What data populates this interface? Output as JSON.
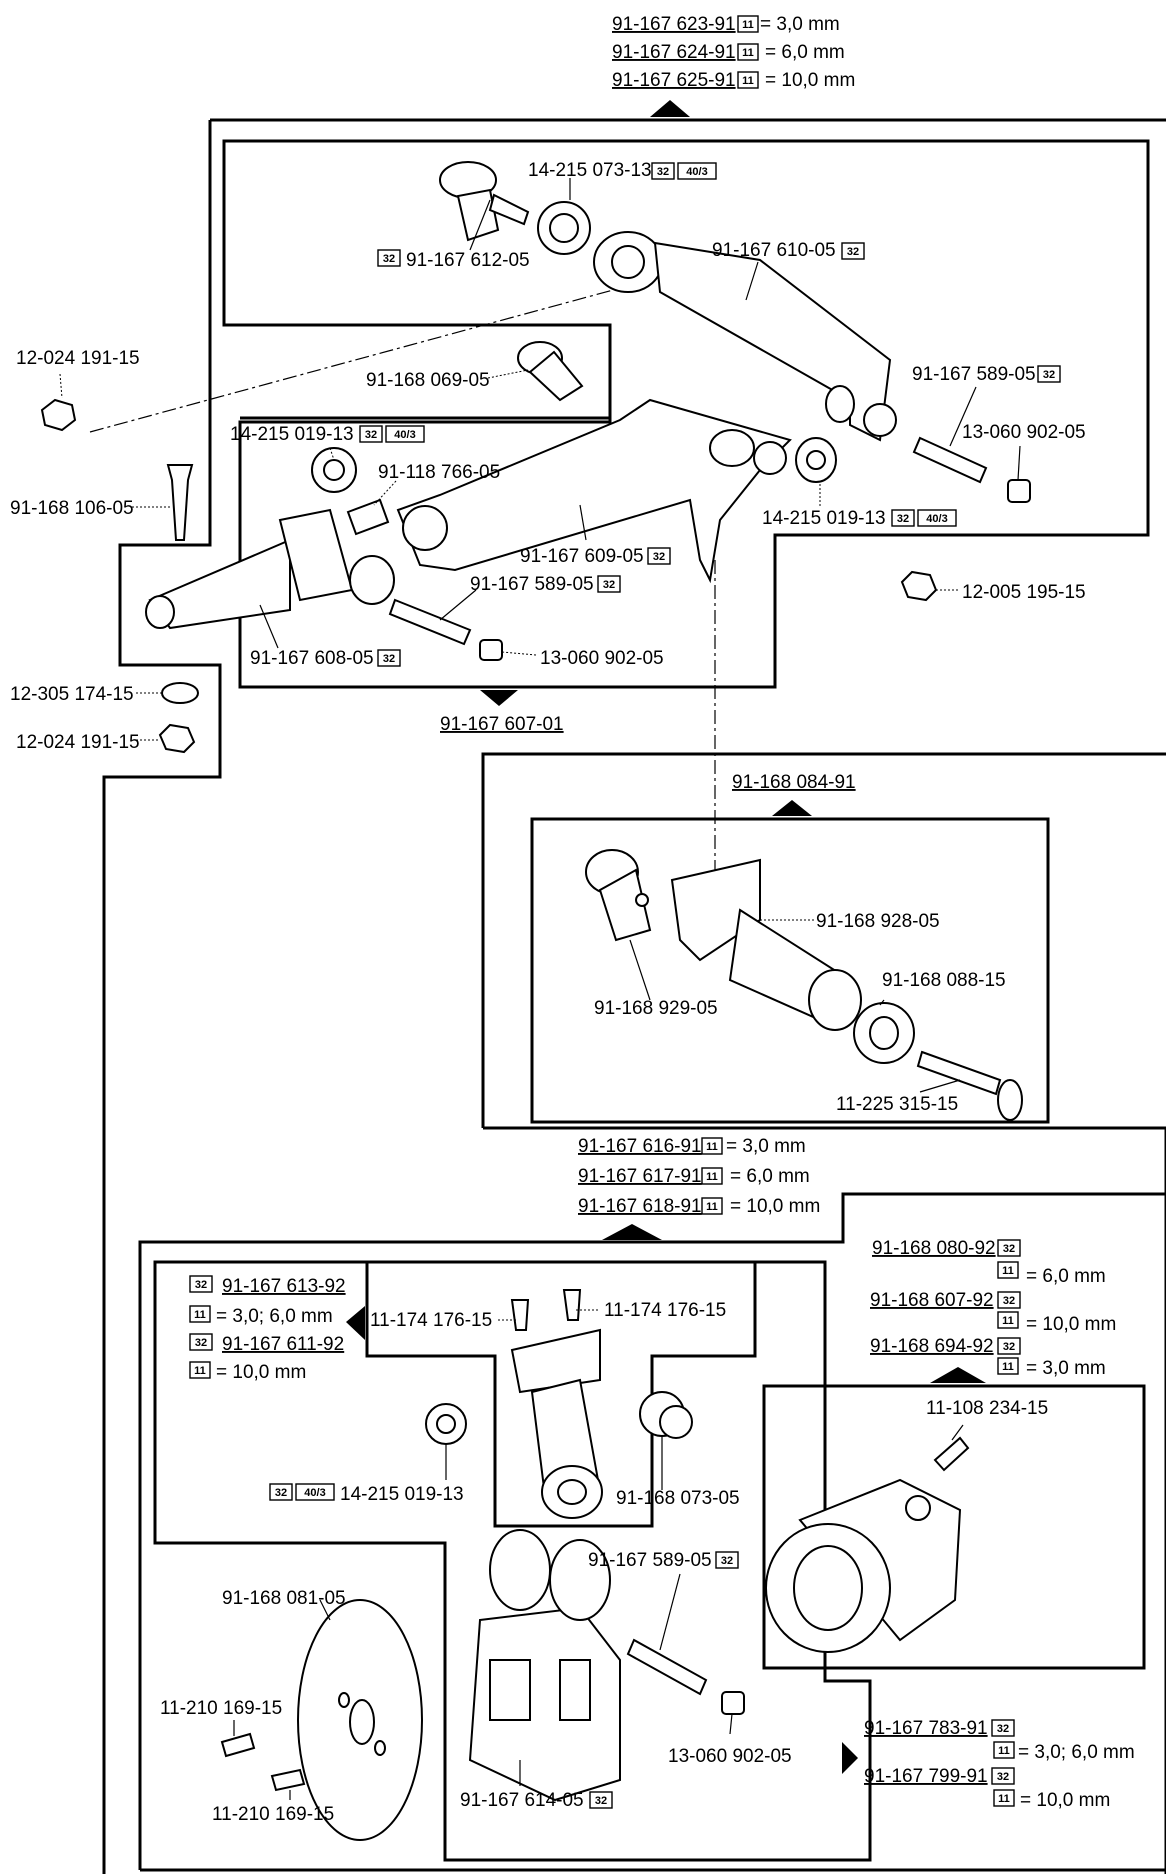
{
  "header_variants": [
    {
      "part": "91-167 623-91",
      "code": "11",
      "value": "= 3,0 mm"
    },
    {
      "part": "91-167 624-91",
      "code": "11",
      "value": "= 6,0 mm"
    },
    {
      "part": "91-167 625-91",
      "code": "11",
      "value": "= 10,0 mm"
    }
  ],
  "arm_group": {
    "bearing_part": "14-215 073-13",
    "bearing_codes": [
      "32",
      "40/3"
    ],
    "pin_part": "91-167 612-05",
    "pin_code": "32",
    "arm_part": "91-167 610-05",
    "arm_code": "32",
    "bolt_part": "91-168 069-05",
    "pin2_part": "91-167 589-05",
    "pin2_code": "32",
    "sleeve_part": "13-060 902-05"
  },
  "left_parts": {
    "nut_top": "12-024 191-15",
    "bolt": "91-168 106-05",
    "washer": "12-305 174-15",
    "nut_bottom": "12-024 191-15"
  },
  "shaft_group": {
    "bearing_part": "14-215 019-13",
    "bearing_codes": [
      "32",
      "40/3"
    ],
    "stud_part": "91-118 766-05",
    "bearing2_part": "14-215 019-13",
    "bearing2_codes": [
      "32",
      "40/3"
    ],
    "link_part": "91-167 609-05",
    "link_code": "32",
    "pin_part": "91-167 589-05",
    "pin_code": "32",
    "shaft_part": "91-167 608-05",
    "shaft_code": "32",
    "sleeve_part": "13-060 902-05",
    "assembly": "91-167 607-01"
  },
  "nut_right": "12-005 195-15",
  "carrier_group": {
    "assembly": "91-168 084-91",
    "body_part": "91-168 928-05",
    "cap_part": "91-168 929-05",
    "ring_part": "91-168 088-15",
    "screw_part": "11-225 315-15"
  },
  "mid_variants": [
    {
      "part": "91-167 616-91",
      "code": "11",
      "value": "= 3,0 mm"
    },
    {
      "part": "91-167 617-91",
      "code": "11",
      "value": "= 6,0 mm"
    },
    {
      "part": "91-167 618-91",
      "code": "11",
      "value": "= 10,0 mm"
    }
  ],
  "rod_group": {
    "v1_code": "32",
    "v1_part": "91-167 613-92",
    "v1_code2": "11",
    "v1_value": "= 3,0; 6,0 mm",
    "v2_code": "32",
    "v2_part": "91-167 611-92",
    "v2_code2": "11",
    "v2_value": "= 10,0 mm",
    "screw_left": "11-174 176-15",
    "screw_right": "11-174 176-15",
    "bearing_part": "14-215 019-13",
    "bearing_codes": [
      "32",
      "40/3"
    ],
    "bushing_part": "91-168 073-05"
  },
  "eccentric_variants": [
    {
      "part": "91-168 080-92",
      "code": "32",
      "code2": "11",
      "value": "= 6,0 mm"
    },
    {
      "part": "91-168 607-92",
      "code": "32",
      "code2": "11",
      "value": "= 10,0 mm"
    },
    {
      "part": "91-168 694-92",
      "code": "32",
      "code2": "11",
      "value": "= 3,0 mm"
    }
  ],
  "eccentric_screw": "11-108 234-15",
  "bottom_group": {
    "disc_part": "91-168 081-05",
    "screw1": "11-210 169-15",
    "screw2": "11-210 169-15",
    "cage_part": "91-167 614-05",
    "cage_code": "32",
    "pin_part": "91-167 589-05",
    "pin_code": "32",
    "sleeve_part": "13-060 902-05"
  },
  "bottom_variants": [
    {
      "part": "91-167 783-91",
      "code": "32",
      "code2": "11",
      "value": "= 3,0; 6,0 mm"
    },
    {
      "part": "91-167 799-91",
      "code": "32",
      "code2": "11",
      "value": "= 10,0 mm"
    }
  ]
}
